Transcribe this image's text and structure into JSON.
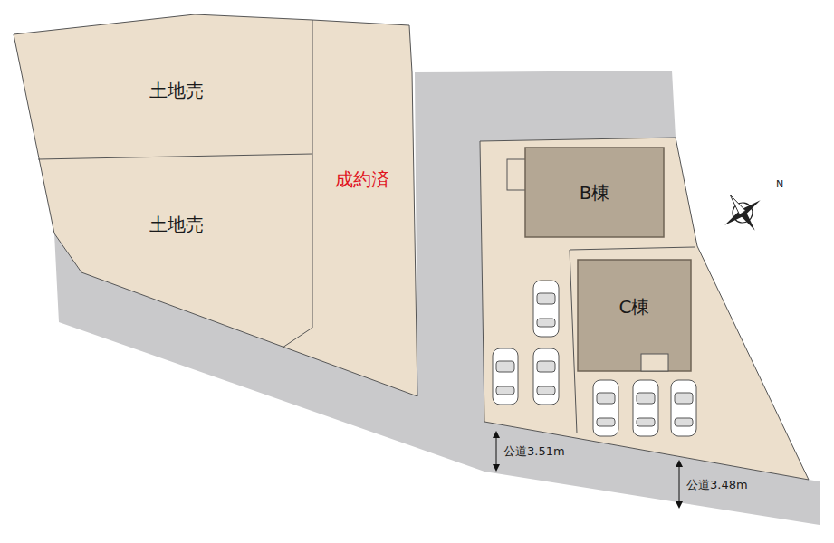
{
  "diagram": {
    "nodes": [
      {
        "text": [
          "土地売"
        ]
      },
      {
        "text": [
          "土地売"
        ]
      },
      {
        "text": [
          "成約済"
        ]
      },
      {
        "text": [
          "B棟"
        ]
      },
      {
        "text": [
          "C棟"
        ]
      }
    ],
    "labels": [
      "公道3.51m",
      "公道3.48m",
      "N"
    ]
  }
}
